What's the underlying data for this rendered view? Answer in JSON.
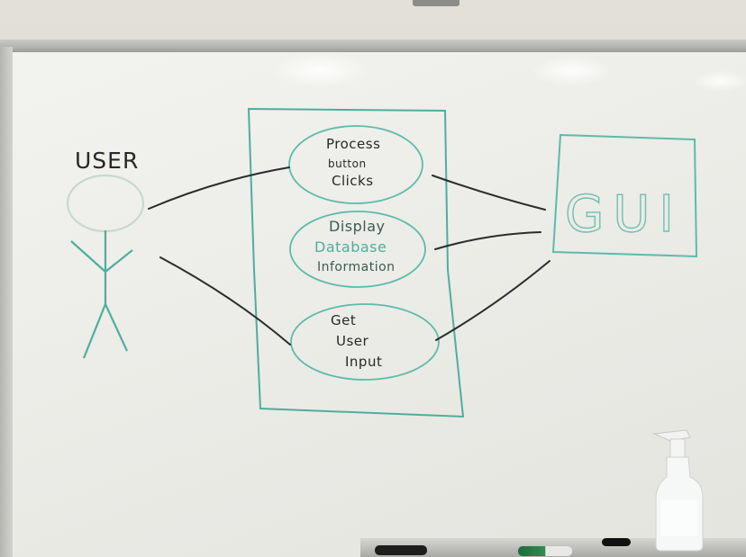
{
  "diagram": {
    "actor": {
      "label": "USER"
    },
    "use_cases": [
      {
        "lines": [
          "Process",
          "button",
          "Clicks"
        ]
      },
      {
        "lines": [
          "Display",
          "Database",
          "Information"
        ]
      },
      {
        "lines": [
          "Get",
          "User",
          "Input"
        ]
      }
    ],
    "gui_box": {
      "label": "GUI"
    }
  },
  "colors": {
    "ink_black": "#26282a",
    "ink_teal": "#4fae9d",
    "board": "#efefeb"
  }
}
